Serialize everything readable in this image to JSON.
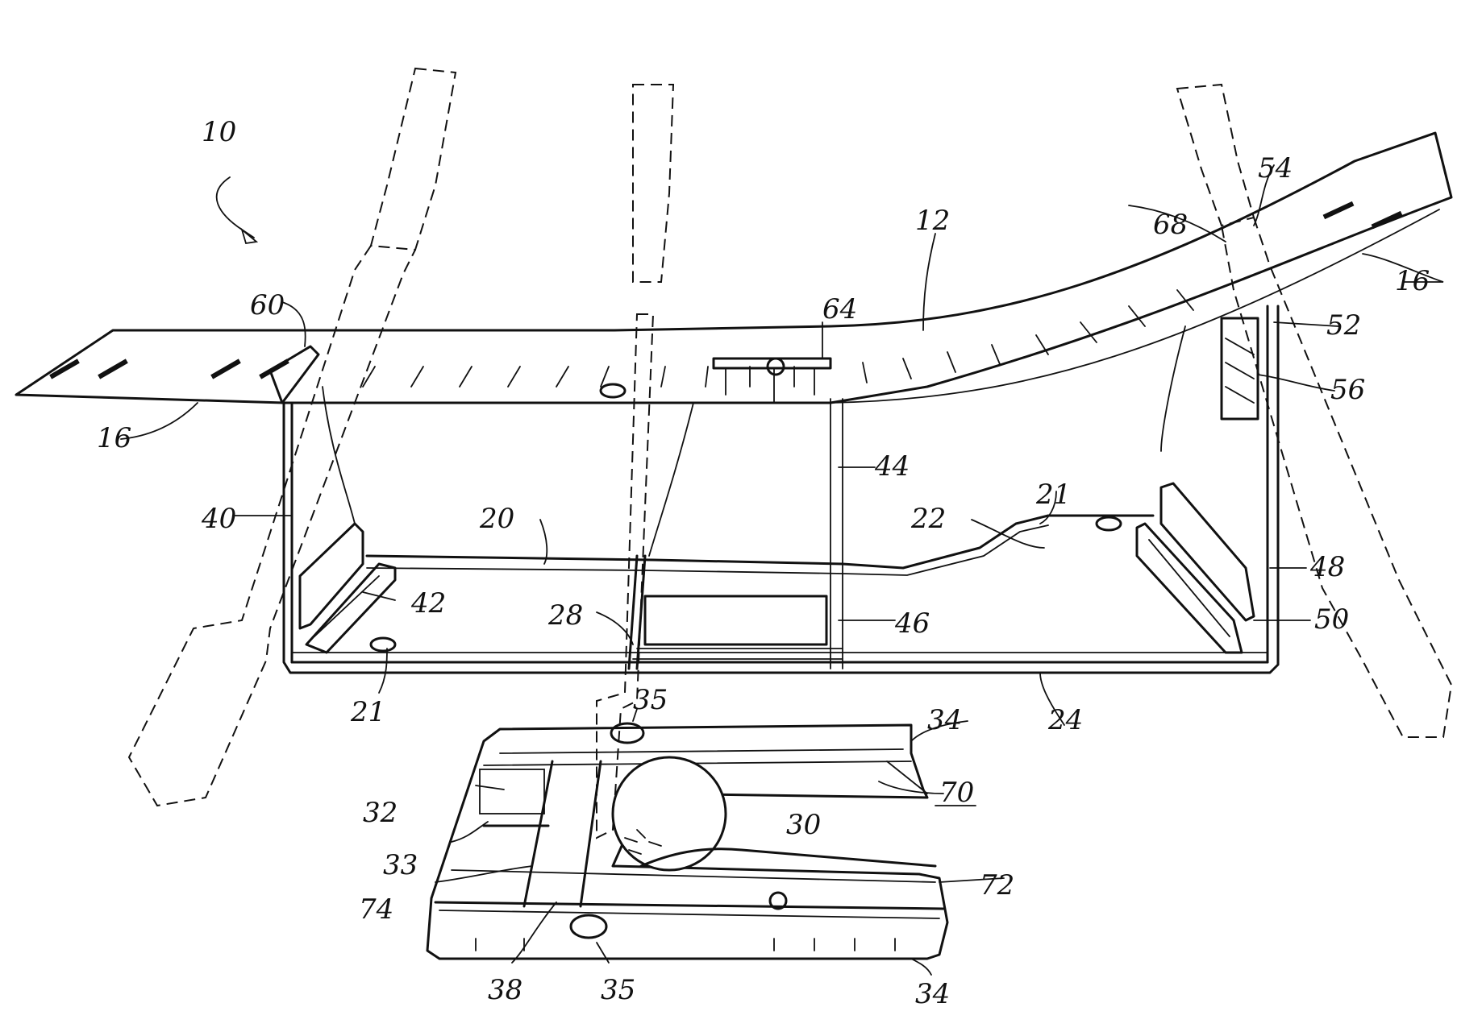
{
  "labels": {
    "l10": "10",
    "l12": "12",
    "l16a": "16",
    "l16b": "16",
    "l20": "20",
    "l21a": "21",
    "l21b": "21",
    "l22": "22",
    "l24": "24",
    "l28": "28",
    "l30": "30",
    "l32": "32",
    "l33": "33",
    "l34a": "34",
    "l34b": "34",
    "l35a": "35",
    "l35b": "35",
    "l38": "38",
    "l40": "40",
    "l42": "42",
    "l44": "44",
    "l46": "46",
    "l48": "48",
    "l50": "50",
    "l52": "52",
    "l54": "54",
    "l56": "56",
    "l60": "60",
    "l64": "64",
    "l68": "68",
    "l70": "70",
    "l72": "72",
    "l74": "74"
  }
}
